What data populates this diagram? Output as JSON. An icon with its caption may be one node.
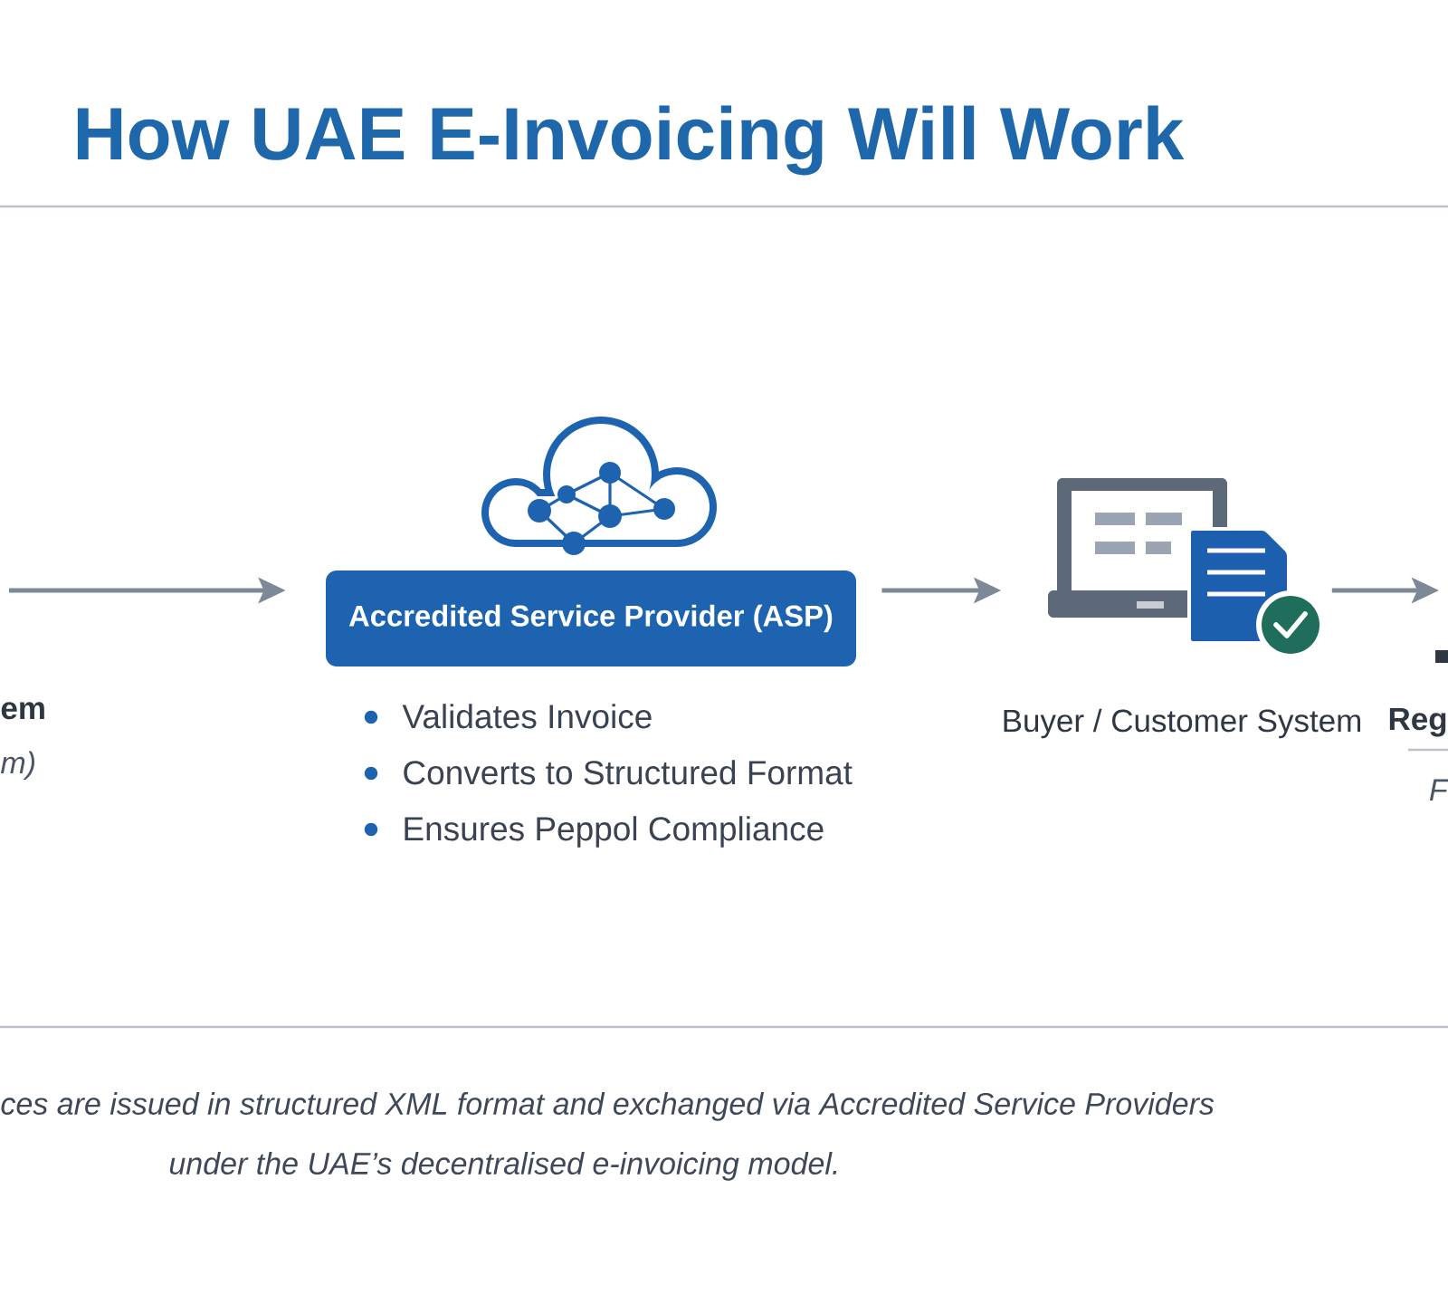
{
  "diagram": {
    "title": "How UAE E-Invoicing Will Work",
    "nodes": [
      {
        "text": [
          "em",
          "m)"
        ]
      },
      {
        "text": [
          "Accredited Service Provider (ASP)"
        ],
        "beside": [
          "Validates Invoice",
          "Converts to Structured Format",
          "Ensures Peppol Compliance"
        ]
      },
      {
        "text": [
          "Buyer / Customer System"
        ]
      },
      {
        "text": [
          "Reg",
          "F"
        ]
      }
    ],
    "edges": [
      {
        "from": 0,
        "to": 1,
        "arrow": "to"
      },
      {
        "from": 1,
        "to": 2,
        "arrow": "to"
      },
      {
        "from": 2,
        "to": 3,
        "arrow": "to"
      }
    ],
    "caption": "ces are issued in structured XML format and exchanged via Accredited Service Providers under the UAE’s decentralised e-invoicing model."
  }
}
